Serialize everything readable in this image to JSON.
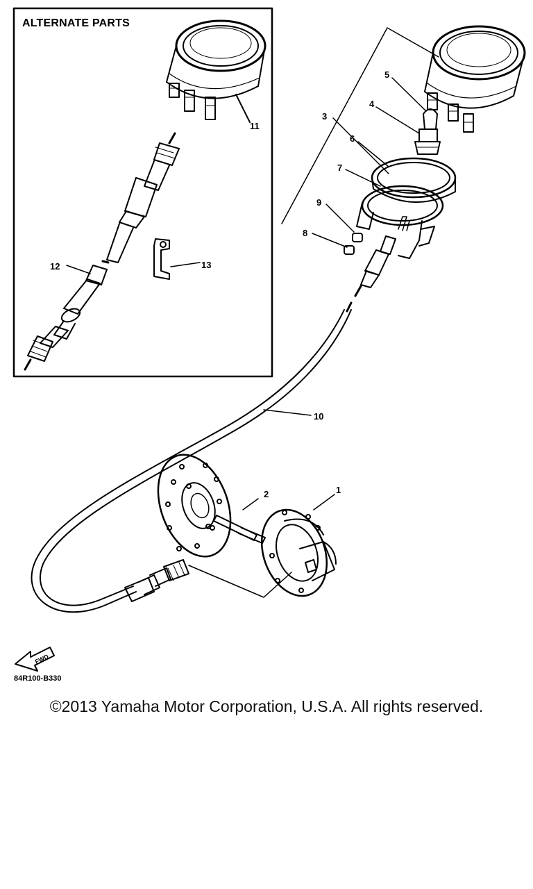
{
  "inset": {
    "title": "ALTERNATE PARTS"
  },
  "callouts": {
    "p1": "1",
    "p2": "2",
    "p3": "3",
    "p4": "4",
    "p5": "5",
    "p6": "6",
    "p7": "7",
    "p8": "8",
    "p9": "9",
    "p10": "10",
    "p11": "11",
    "p12": "12",
    "p13": "13"
  },
  "fwd_label": "FWD",
  "figure_code": "84R100-B330",
  "copyright": "©2013 Yamaha Motor Corporation, U.S.A. All rights reserved."
}
